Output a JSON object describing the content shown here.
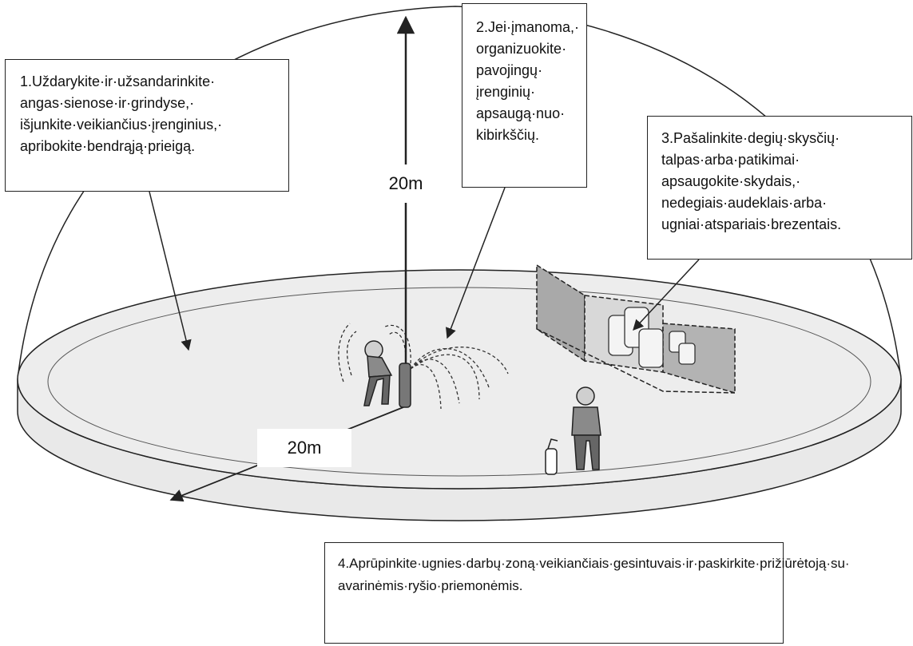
{
  "callouts": {
    "c1": [
      "1.Uždarykite·ir·užsandarinkite·",
      "angas·sienose·ir·grindyse,·",
      "išjunkite·veikiančius·įrenginius,·",
      "apribokite·bendrąją·prieigą."
    ],
    "c2": [
      "2.Jei·įmanoma,·",
      "organizuokite·",
      "pavojingų·",
      "įrenginių·",
      "apsaugą·nuo·",
      "kibirkščių."
    ],
    "c3": [
      "3.Pašalinkite·degių·skysčių·",
      "talpas·arba·patikimai·",
      "apsaugokite·skydais,·",
      "nedegiais·audeklais·arba·",
      "ugniai·atspariais·brezentais."
    ],
    "c4": [
      "4.Aprūpinkite·ugnies·darbų·zoną·veikiančiais·gesintuvais·ir·paskirkite·prižiūrėtoją·su·",
      "avarinėmis·ryšio·priemonėmis."
    ]
  },
  "dimensions": {
    "height_label": "20m",
    "radius_label": "20m"
  }
}
